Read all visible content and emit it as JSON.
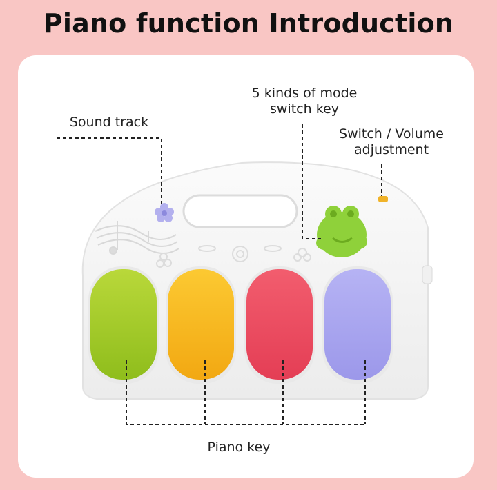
{
  "title": "Piano function Introduction",
  "labels": {
    "sound_track": "Sound track",
    "mode_switch_line1": "5 kinds of mode",
    "mode_switch_line2": "switch key",
    "switch_volume_line1": "Switch / Volume",
    "switch_volume_line2": "adjustment",
    "piano_key": "Piano key"
  },
  "colors": {
    "background": "#f9c6c4",
    "key_green": "#a6cd2a",
    "key_yellow": "#f6bb1b",
    "key_red": "#ef5164",
    "key_purple": "#a9a6ef",
    "frog": "#8fd13a"
  }
}
